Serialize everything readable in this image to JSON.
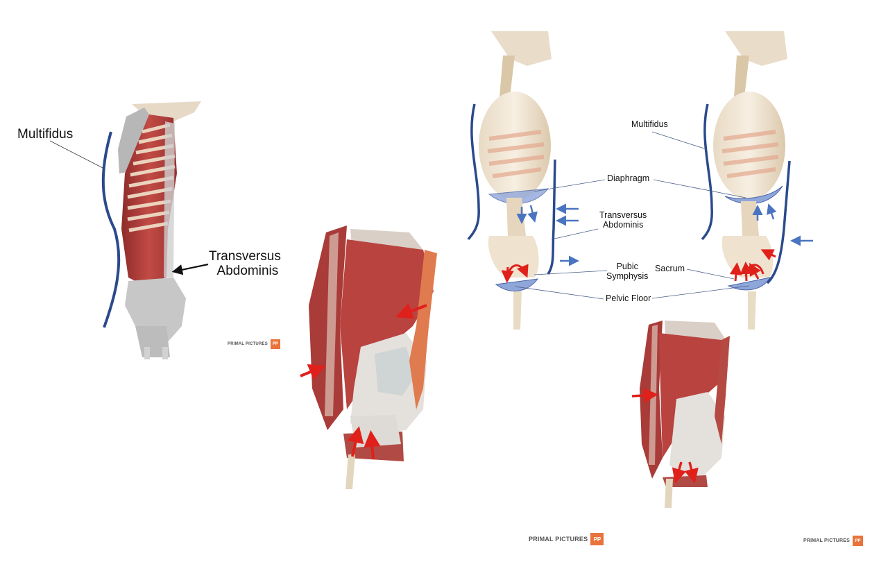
{
  "left_panel": {
    "labels": {
      "multifidus": "Multifidus",
      "transversus_line1": "Transversus",
      "transversus_line2": "Abdominis"
    },
    "logo": {
      "text": "PRIMAL PICTURES",
      "badge": "PP"
    }
  },
  "right_panel": {
    "labels": {
      "multifidus": "Multifidus",
      "diaphragm": "Diaphragm",
      "transversus_line1": "Transversus",
      "transversus_line2": "Abdominis",
      "pubic_line1": "Pubic",
      "pubic_line2": "Symphysis",
      "sacrum": "Sacrum",
      "pelvic_floor": "Pelvic Floor"
    }
  },
  "bottom_logos": {
    "center": {
      "text": "PRIMAL PICTURES",
      "badge": "PP"
    },
    "right": {
      "text": "PRIMAL PICTURES",
      "badge": "PP"
    }
  },
  "colors": {
    "muscle_red": "#b03a38",
    "bone_cream": "#efe2cf",
    "outline_blue": "#2b4a8c",
    "arrow_red": "#e0201b",
    "arrow_blue": "#4a74c0",
    "accent_orange": "#e8743b"
  }
}
